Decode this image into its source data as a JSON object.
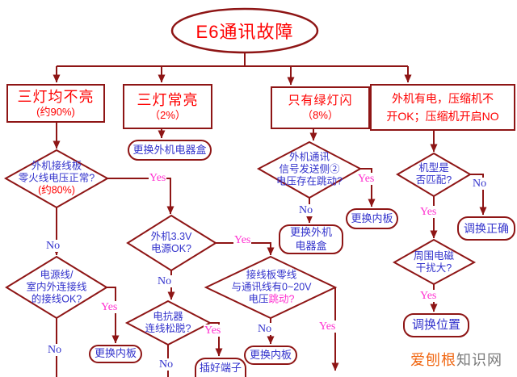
{
  "page": {
    "title": "E6通讯故障"
  },
  "branch_boxes": {
    "b1": {
      "line1": "三灯均不亮",
      "line2": "(约90%)"
    },
    "b2": {
      "line1": "三灯常亮",
      "line2": "（2%）"
    },
    "b3": {
      "line1": "只有绿灯闪",
      "line2": "（8%）"
    },
    "b4": {
      "line1": "外机有电，压缩机不",
      "line2": "开OK；压缩机开启NO"
    }
  },
  "decisions": {
    "d1": {
      "line1": "外机接线板",
      "line2": "零火线电压正常?",
      "line3": "(约80%)"
    },
    "d2": {
      "line1": "外机3.3V",
      "line2": "电源OK?"
    },
    "d3": {
      "line1": "电源线/",
      "line2": "室内外连接线",
      "line3": "的接线OK?"
    },
    "d4": {
      "line1": "电抗器",
      "line2": "连线松脱?"
    },
    "d5": {
      "line1": "接线板零线",
      "line2": "与通讯线有0~20V",
      "line3_blue": "电压",
      "line3_magenta": "跳动?"
    },
    "d6": {
      "line1": "外机通讯",
      "line2": "信号发送侧②",
      "line3": "电压存在跳动?"
    },
    "d7": {
      "line1": "机型是",
      "line2": "否匹配?"
    },
    "d8": {
      "line1": "周围电磁",
      "line2": "干扰大?"
    }
  },
  "actions": {
    "replace_outdoor_ebox": "更换外机电器盒",
    "replace_inner_board_1": "更换内板",
    "plug_terminal": "插好端子",
    "replace_inner_board_2": "更换内板",
    "replace_outdoor_ebox2_line1": "更换外机",
    "replace_outdoor_ebox2_line2": "电器盒",
    "replace_inner_board_3": "更换内板",
    "swap_correct": "调换正确",
    "swap_position": "调换位置"
  },
  "labels": {
    "yes": "Yes",
    "no": "No"
  },
  "watermark": {
    "highlight": "爱刨根",
    "rest": "知识网"
  },
  "colors": {
    "line": "#8e1515",
    "node_text_red": "#fe0000",
    "node_text_blue": "#3333cc",
    "yes_magenta": "#ff30d0",
    "watermark_orange": "#f0650f",
    "watermark_gray": "#7a7a7a"
  }
}
